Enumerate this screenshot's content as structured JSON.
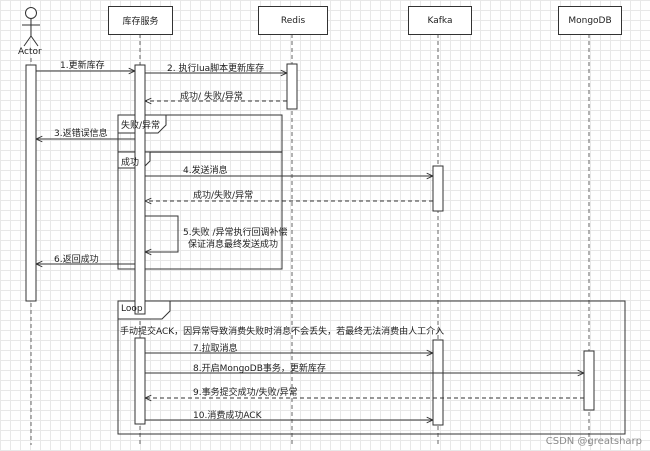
{
  "participants": {
    "actor": "Actor",
    "inventory": "库存服务",
    "redis": "Redis",
    "kafka": "Kafka",
    "mongodb": "MongoDB"
  },
  "messages": {
    "m1": "1.更新库存",
    "m2": "2. 执行lua脚本更新库存",
    "m2r": "成功/ 失败/异常",
    "m3": "3.返错误信息",
    "m4": "4.发送消息",
    "m4r": "成功/失败/异常",
    "m5a": "5.失败 /异常执行回调补偿",
    "m5b": "保证消息最终发送成功",
    "m6": "6.返回成功",
    "m7": "7.拉取消息",
    "m8": "8.开启MongoDB事务，更新库存",
    "m9": "9.事务提交成功/失败/异常",
    "m10": "10.消费成功ACK"
  },
  "fragments": {
    "alt_fail": "失败/异常",
    "alt_ok": "成功",
    "loop": "Loop",
    "loop_note": "手动提交ACK，因异常导致消费失败时消息不会丢失，若最终无法消费由人工介入"
  },
  "watermark": "CSDN @greatsharp"
}
